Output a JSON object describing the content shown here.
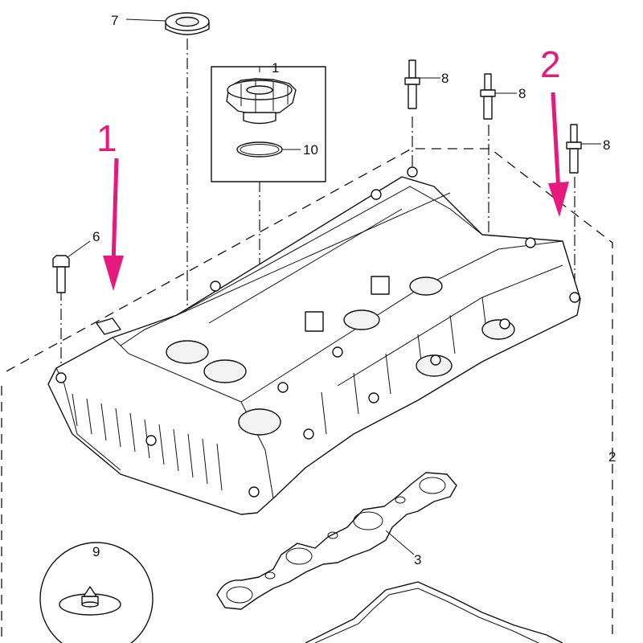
{
  "callouts": {
    "c1": "1",
    "c2": "2",
    "c3": "3",
    "c6": "6",
    "c7": "7",
    "c8a": "8",
    "c8b": "8",
    "c8c": "8",
    "c9": "9",
    "c10": "10"
  },
  "arrows": {
    "arrow1_label": "1",
    "arrow2_label": "2",
    "color": "#e6197d"
  },
  "icons": [
    "oil-filler-cap-icon",
    "o-ring-seal-icon",
    "grommet-icon",
    "stud-bolt-icon",
    "bolt-icon",
    "gasket-icon",
    "clip-icon",
    "valve-cover-icon"
  ]
}
